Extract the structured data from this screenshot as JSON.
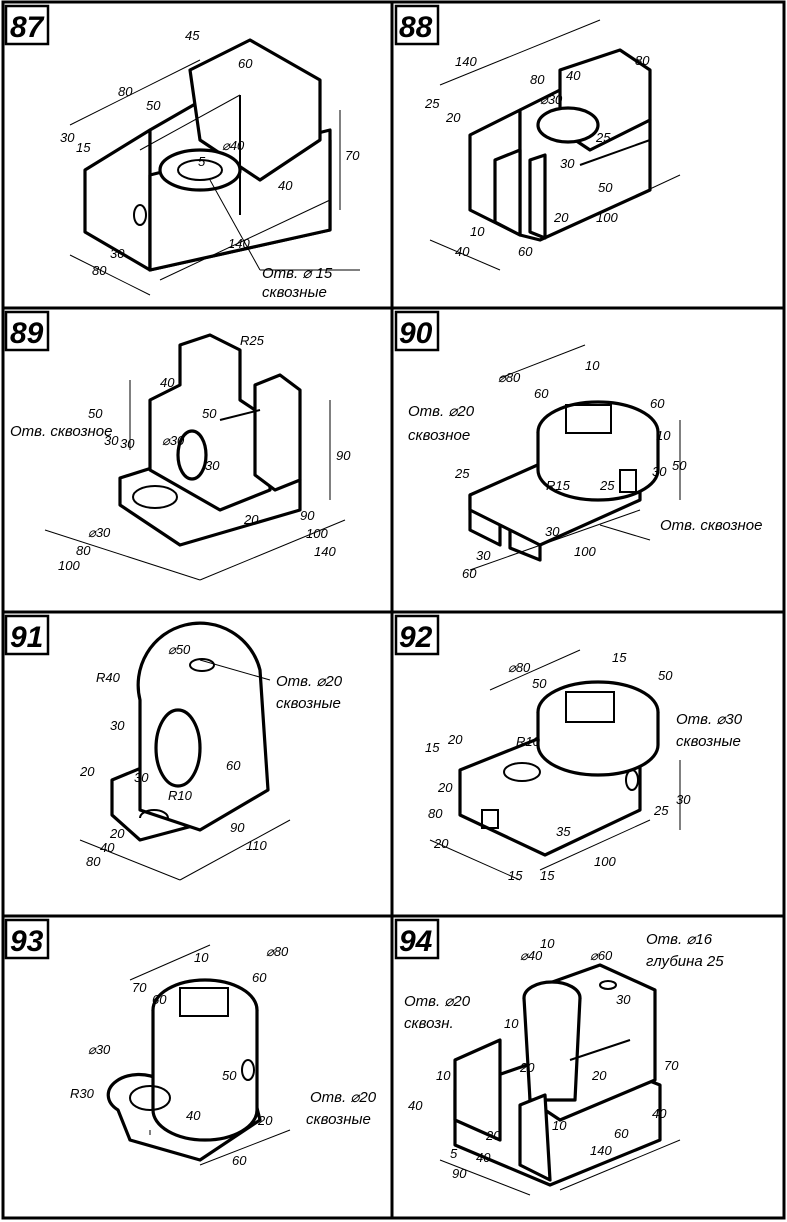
{
  "panels": [
    {
      "number": "87",
      "labels": [
        "Отв. ⌀ 15",
        "сквозные"
      ],
      "dims": [
        "45",
        "60",
        "80",
        "50",
        "30",
        "15",
        "5",
        "⌀40",
        "40",
        "70",
        "140",
        "30",
        "80"
      ]
    },
    {
      "number": "88",
      "labels": [],
      "dims": [
        "140",
        "80",
        "80",
        "40",
        "⌀30",
        "25",
        "20",
        "30",
        "25",
        "50",
        "100",
        "10",
        "40",
        "20",
        "60"
      ]
    },
    {
      "number": "89",
      "labels": [
        "Отв. сквозное"
      ],
      "dims": [
        "R25",
        "40",
        "50",
        "30",
        "⌀30",
        "50",
        "90",
        "30",
        "20",
        "30",
        "⌀30",
        "80",
        "100",
        "90",
        "100",
        "140"
      ]
    },
    {
      "number": "90",
      "labels": [
        "Отв. ⌀20",
        "сквозное",
        "Отв. сквозное"
      ],
      "dims": [
        "⌀80",
        "10",
        "60",
        "60",
        "10",
        "30",
        "50",
        "25",
        "R15",
        "25",
        "30",
        "30",
        "60",
        "100"
      ]
    },
    {
      "number": "91",
      "labels": [
        "Отв. ⌀20",
        "сквозные"
      ],
      "dims": [
        "⌀50",
        "R40",
        "30",
        "60",
        "20",
        "30",
        "R10",
        "20",
        "40",
        "80",
        "90",
        "110"
      ]
    },
    {
      "number": "92",
      "labels": [
        "Отв. ⌀30",
        "сквозные"
      ],
      "dims": [
        "⌀80",
        "15",
        "50",
        "50",
        "15",
        "20",
        "R10",
        "20",
        "80",
        "20",
        "35",
        "25",
        "30",
        "100",
        "15",
        "15"
      ]
    },
    {
      "number": "93",
      "labels": [
        "Отв. ⌀20",
        "сквозные"
      ],
      "dims": [
        "70",
        "10",
        "⌀80",
        "60",
        "60",
        "⌀30",
        "R30",
        "50",
        "40",
        "20",
        "60"
      ]
    },
    {
      "number": "94",
      "labels": [
        "Отв. ⌀20",
        "сквозн.",
        "Отв. ⌀16",
        "глубина 25"
      ],
      "dims": [
        "⌀40",
        "10",
        "⌀60",
        "10",
        "30",
        "10",
        "20",
        "20",
        "70",
        "40",
        "5",
        "20",
        "40",
        "10",
        "60",
        "40",
        "140",
        "90"
      ]
    }
  ]
}
